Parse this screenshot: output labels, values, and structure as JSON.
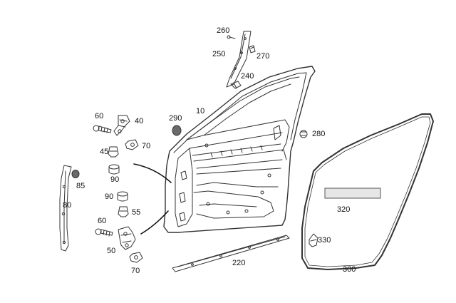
{
  "diagram": {
    "callouts": [
      {
        "id": "c260",
        "text": "260"
      },
      {
        "id": "c250",
        "text": "250"
      },
      {
        "id": "c270",
        "text": "270"
      },
      {
        "id": "c240",
        "text": "240"
      },
      {
        "id": "c10",
        "text": "10"
      },
      {
        "id": "c290",
        "text": "290"
      },
      {
        "id": "c60a",
        "text": "60"
      },
      {
        "id": "c40",
        "text": "40"
      },
      {
        "id": "c70a",
        "text": "70"
      },
      {
        "id": "c45",
        "text": "45"
      },
      {
        "id": "c90a",
        "text": "90"
      },
      {
        "id": "c85",
        "text": "85"
      },
      {
        "id": "c80",
        "text": "80"
      },
      {
        "id": "c90b",
        "text": "90"
      },
      {
        "id": "c55",
        "text": "55"
      },
      {
        "id": "c60b",
        "text": "60"
      },
      {
        "id": "c50",
        "text": "50"
      },
      {
        "id": "c70b",
        "text": "70"
      },
      {
        "id": "c280",
        "text": "280"
      },
      {
        "id": "c320",
        "text": "320"
      },
      {
        "id": "c330",
        "text": "330"
      },
      {
        "id": "c220",
        "text": "220"
      },
      {
        "id": "c300",
        "text": "300"
      }
    ]
  }
}
